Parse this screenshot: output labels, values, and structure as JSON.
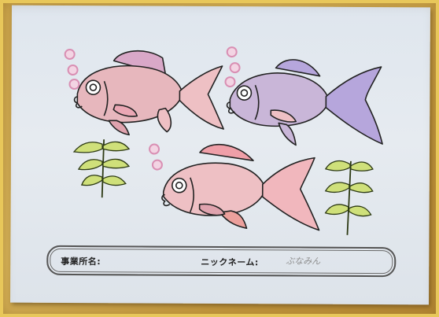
{
  "form": {
    "office_label": "事業所名:",
    "nickname_label": "ニックネーム:",
    "nickname_handwritten": "ぶなみん"
  },
  "colors": {
    "frame": "#c9a24a",
    "paper": "#e3e8ee",
    "fish_pink": "#e7b7bd",
    "fish_purple": "#b6a6dc",
    "fish_coral": "#eeaaa8",
    "waterweed": "#cfe07a",
    "bubble": "#d98fb3"
  }
}
